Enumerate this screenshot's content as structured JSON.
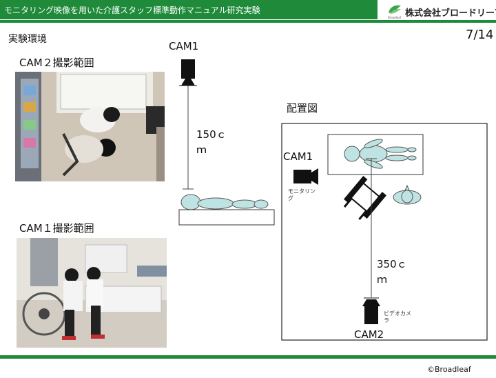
{
  "header": {
    "title": "モニタリング映像を用いた介護スタッフ標準動作マニュアル研究実験",
    "company": "株式会社ブロードリーフ",
    "logo_small": "Broadleaf",
    "colors": {
      "accent": "#1e8a3a"
    }
  },
  "slide": {
    "section": "実験環境",
    "page_number": "7",
    "page_sep": "/",
    "page_total": "14"
  },
  "left": {
    "cam2_caption": "CAM２撮影範囲",
    "cam1_caption": "CAM１撮影範囲"
  },
  "side_diagram": {
    "cam_label": "CAM1",
    "distance_line1": "150ｃ",
    "distance_line2": "ｍ"
  },
  "layout_diagram": {
    "title": "配置図",
    "cam1_label": "CAM1",
    "monitoring_line1": "モニタリン",
    "monitoring_line2": "グ",
    "distance_line1": "350ｃ",
    "distance_line2": "ｍ",
    "video_line1": "ビデオカメ",
    "video_line2": "ラ",
    "cam2_label": "CAM2"
  },
  "footer": {
    "copyright": "©Broadleaf",
    "cut_text": "···"
  }
}
